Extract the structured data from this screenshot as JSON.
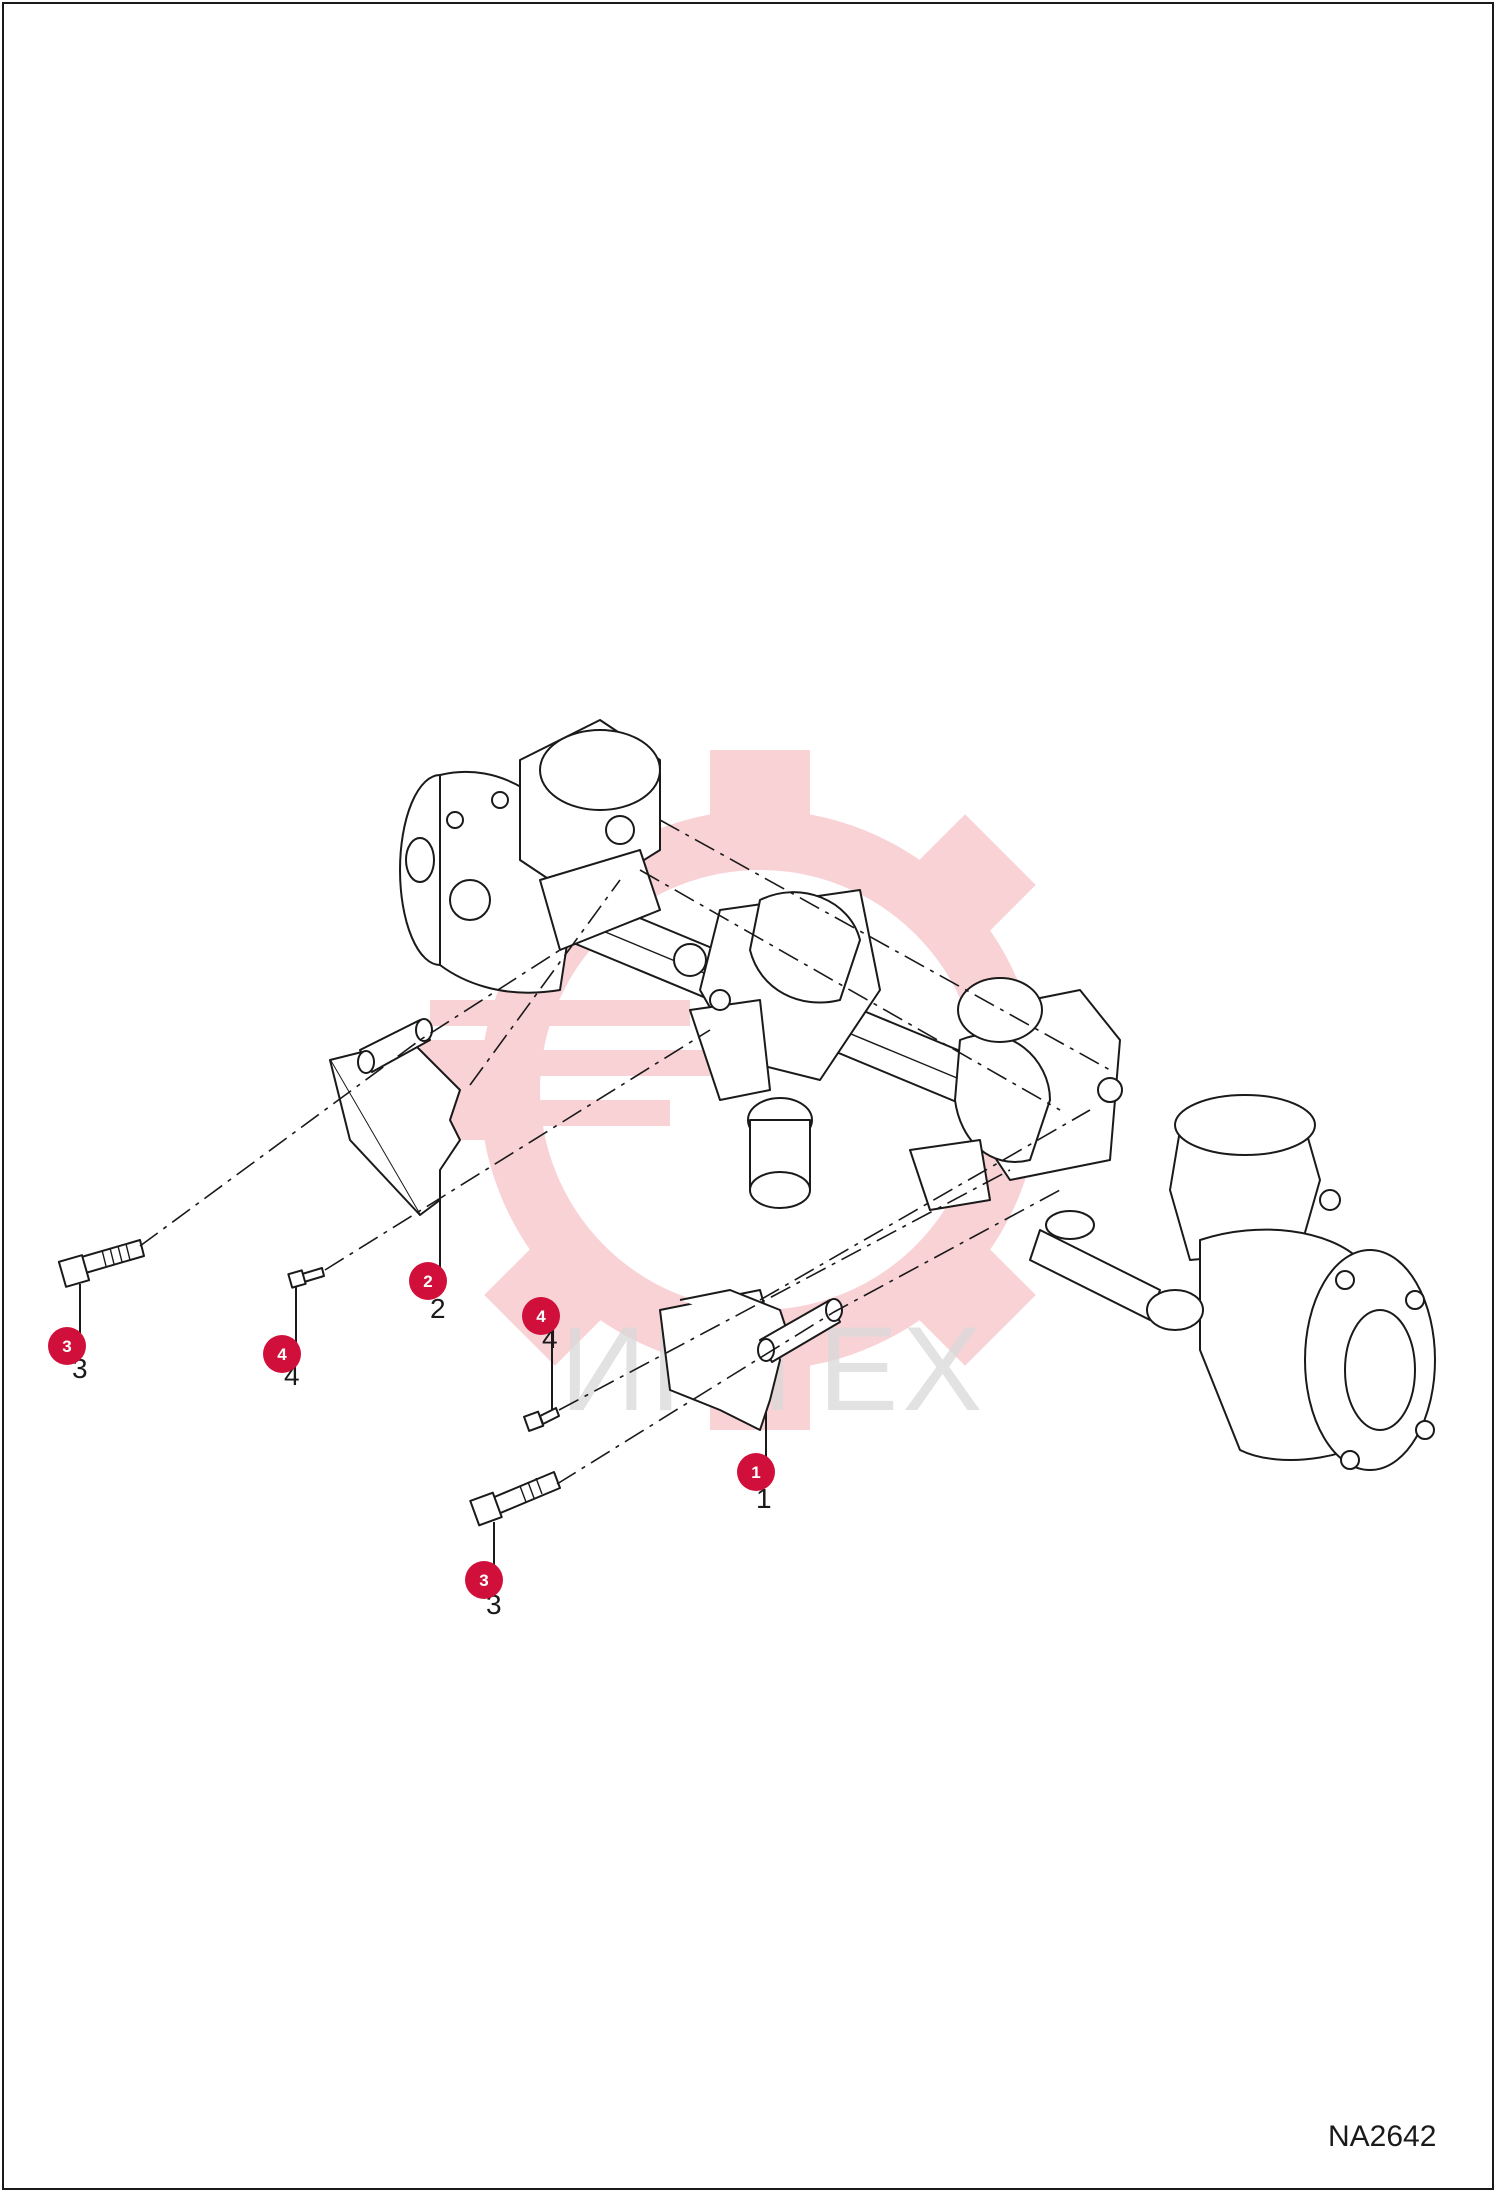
{
  "drawing_code": "NA2642",
  "watermark": {
    "text": "ИНТЕХ",
    "color": "#e8384a"
  },
  "callouts": [
    {
      "number": "1"
    },
    {
      "number": "2"
    },
    {
      "number": "3"
    },
    {
      "number": "3"
    },
    {
      "number": "4"
    },
    {
      "number": "4"
    }
  ],
  "colors": {
    "badge": "#d0103a",
    "line": "#1a1a1a"
  }
}
